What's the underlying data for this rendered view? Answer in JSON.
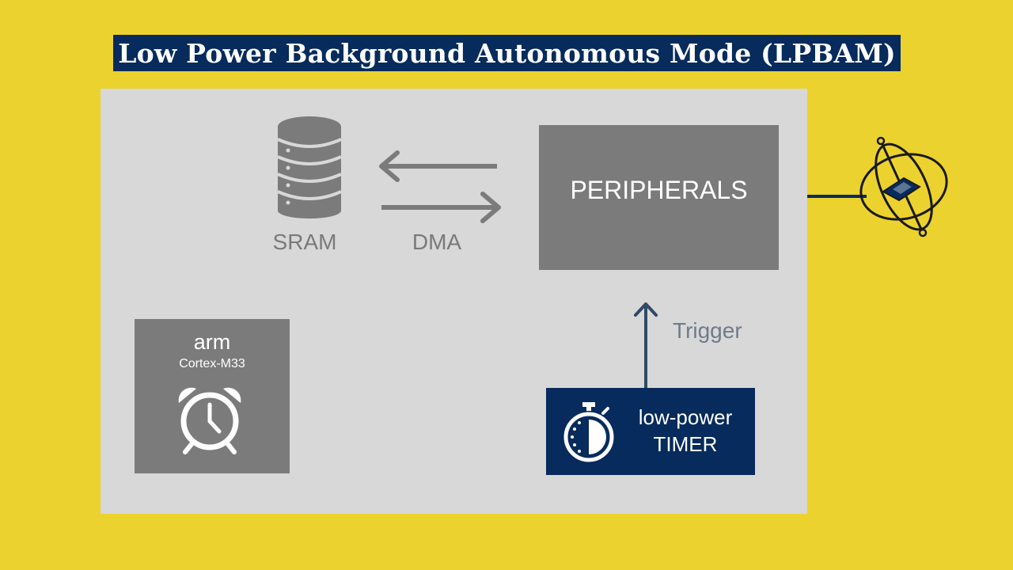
{
  "title": "Low Power Background Autonomous Mode (LPBAM)",
  "diagram": {
    "sram_label": "SRAM",
    "dma_label": "DMA",
    "peripherals_label": "PERIPHERALS",
    "trigger_label": "Trigger",
    "cpu": {
      "brand": "arm",
      "model": "Cortex-M33"
    },
    "timer": {
      "line1": "low-power",
      "line2": "TIMER"
    }
  },
  "icons": {
    "database": "database-icon",
    "alarm": "alarm-clock-icon",
    "stopwatch": "stopwatch-icon",
    "chip": "chip-orbit-icon"
  },
  "colors": {
    "background": "#ECD22E",
    "navy": "#062B5C",
    "panel": "#D8D8D8",
    "block_gray": "#7B7B7B",
    "text_gray": "#7A7A7A",
    "trigger_text": "#6E7B8C"
  }
}
